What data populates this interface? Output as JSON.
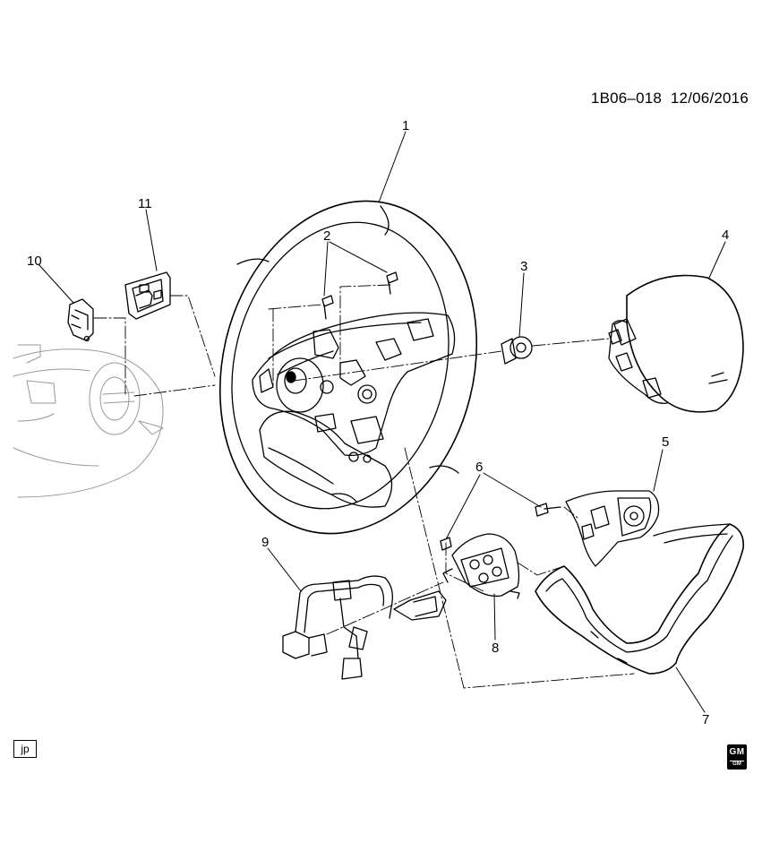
{
  "header": {
    "illustration_code": "1B06–018",
    "date": "12/06/2016"
  },
  "callouts": [
    "1",
    "2",
    "3",
    "4",
    "5",
    "6",
    "7",
    "8",
    "9",
    "10",
    "11"
  ],
  "footer": {
    "box_label": "jp",
    "logo_text": "GM",
    "logo_sub": "GM"
  }
}
